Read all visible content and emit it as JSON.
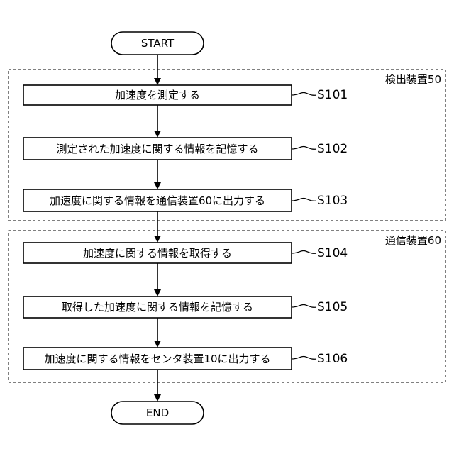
{
  "terminals": {
    "start": "START",
    "end": "END"
  },
  "groups": [
    {
      "label": "検出装置50"
    },
    {
      "label": "通信装置60"
    }
  ],
  "steps": [
    {
      "text": "加速度を測定する",
      "id": "S101"
    },
    {
      "text": "測定された加速度に関する情報を記憶する",
      "id": "S102"
    },
    {
      "text": "加速度に関する情報を通信装置60に出力する",
      "id": "S103"
    },
    {
      "text": "加速度に関する情報を取得する",
      "id": "S104"
    },
    {
      "text": "取得した加速度に関する情報を記憶する",
      "id": "S105"
    },
    {
      "text": "加速度に関する情報をセンタ装置10に出力する",
      "id": "S106"
    }
  ]
}
